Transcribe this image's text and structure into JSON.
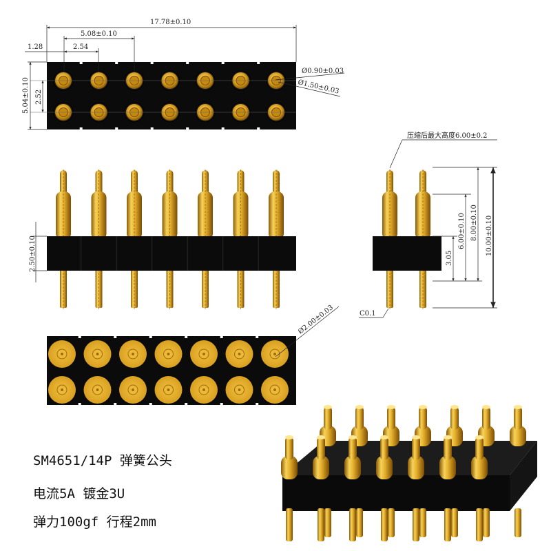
{
  "dims": {
    "overall_length": "17.78±0.10",
    "pitch_double": "5.08±0.10",
    "pitch": "2.54",
    "edge_offset": "1.28",
    "body_width": "5.04±0.10",
    "row_pitch": "2.52",
    "pin_tip_dia": "Ø0.90±0.03",
    "pin_barrel_dia": "Ø1.50±0.03",
    "compressed_height": "压缩后最大高度6.00±0.2",
    "body_height": "2.50±0.10",
    "h_305": "3.05",
    "h_600": "6.00±0.10",
    "h_800": "8.00±0.10",
    "h_1000": "10.00±0.10",
    "chamfer": "C0.1",
    "pad_dia": "Ø2.00±0.03"
  },
  "specs": {
    "line1": "SM4651/14P 弹簧公头",
    "line2": "电流5A 镀金3U",
    "line3": "弹力100gf 行程2mm"
  },
  "connector": {
    "positions": 14,
    "rows": 2,
    "columns": 7
  },
  "colors": {
    "housing": "#0b0b0b",
    "gold_light": "#f6d35a",
    "gold_mid": "#d69a18",
    "gold_dark": "#8a5a06"
  }
}
